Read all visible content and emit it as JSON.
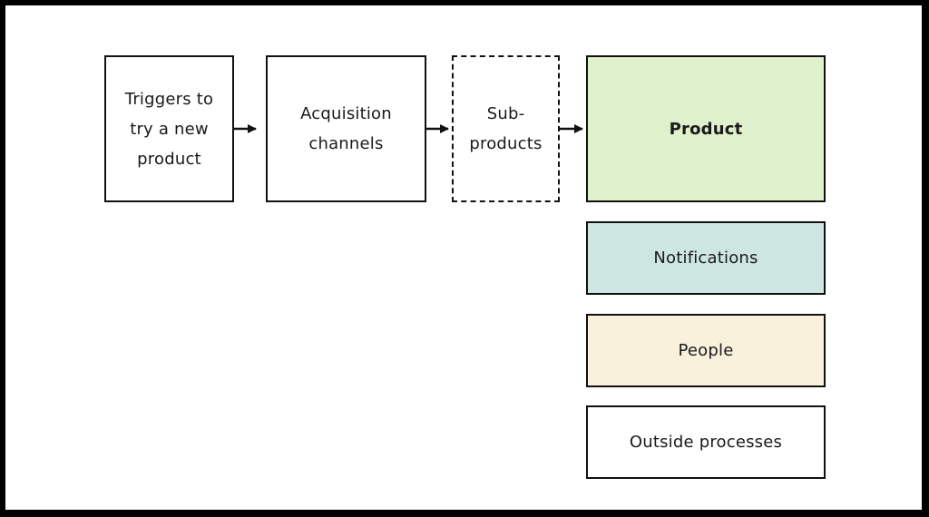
{
  "diagram": {
    "nodes": {
      "triggers": {
        "label": "Triggers to\ntry a new\nproduct",
        "fill": "#ffffff"
      },
      "acquisition": {
        "label": "Acquisition\nchannels",
        "fill": "#ffffff"
      },
      "subproducts": {
        "label": "Sub-\nproducts",
        "fill": "#ffffff",
        "border": "dashed"
      },
      "product": {
        "label": "Product",
        "fill": "#dff0cc"
      },
      "notifications": {
        "label": "Notifications",
        "fill": "#cde6e2"
      },
      "people": {
        "label": "People",
        "fill": "#faf1dd"
      },
      "outside": {
        "label": "Outside processes",
        "fill": "#ffffff"
      }
    },
    "edges": [
      {
        "from": "triggers",
        "to": "acquisition"
      },
      {
        "from": "acquisition",
        "to": "subproducts"
      },
      {
        "from": "subproducts",
        "to": "product"
      }
    ]
  }
}
